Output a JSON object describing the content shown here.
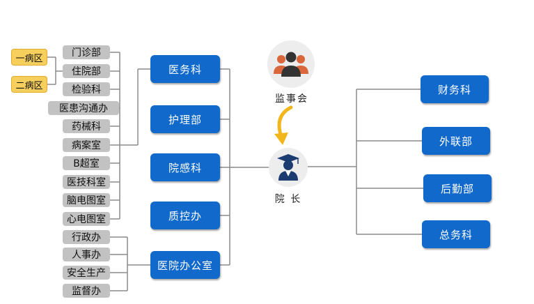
{
  "center": {
    "supervisor_label": "监事会",
    "director_label": "院 长"
  },
  "left_departments": [
    "医务科",
    "护理部",
    "院感科",
    "质控办",
    "医院办公室"
  ],
  "medical_subunits": [
    "门诊部",
    "住院部",
    "检验科",
    "医患沟通办",
    "药械科",
    "病案室",
    "B超室",
    "医技科室",
    "脑电图室",
    "心电图室"
  ],
  "office_subunits": [
    "行政办",
    "人事办",
    "安全生产",
    "监督办"
  ],
  "wards": [
    "一病区",
    "二病区"
  ],
  "right_departments": [
    "财务科",
    "外联部",
    "后勤部",
    "总务科"
  ],
  "icons": {
    "supervisor": "group-people-icon",
    "director": "graduate-person-icon",
    "arrow": "curved-arrow-icon"
  },
  "colors": {
    "department_blue": "#1269cc",
    "subunit_gray": "#c2c2c2",
    "ward_yellow": "#f7cf5c",
    "supervisor_orange": "#d9673b",
    "director_navy": "#1c3b70",
    "arrow_yellow": "#f2b61c",
    "line_gray": "#8a8a8a"
  }
}
